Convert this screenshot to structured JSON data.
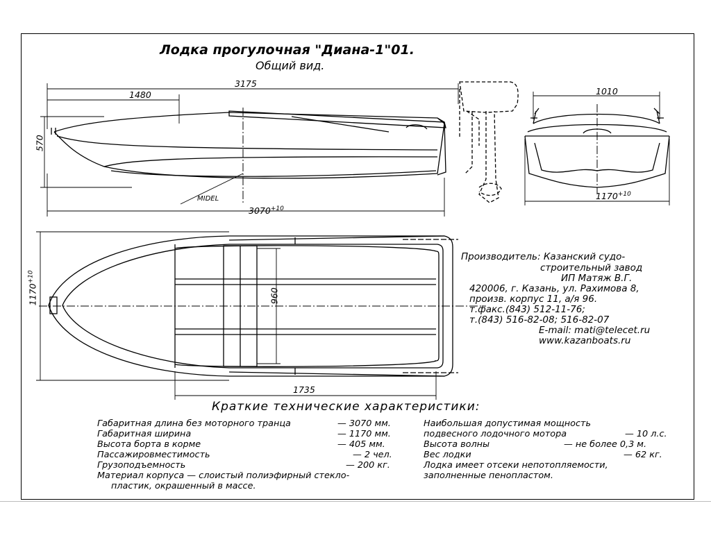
{
  "title": "Лодка прогулочная \"Диана-1\"01.",
  "subtitle": "Общий вид.",
  "dimensions": {
    "overall_length": "3175",
    "bow_section": "1480",
    "side_height": "570",
    "hull_length": "3070",
    "hull_length_tol": "+10",
    "midel": "MIDEL",
    "width_top": "1010",
    "width_bottom": "1170",
    "width_bottom_tol": "+10",
    "plan_width": "1170",
    "plan_width_tol": "+10",
    "seat_width": "960",
    "plan_length": "1735"
  },
  "manufacturer": {
    "line1": "Производитель: Казанский судо-",
    "line2": "строительный завод",
    "line3": "ИП Матяж В.Г.",
    "line4": "420006, г. Казань, ул. Рахимова 8,",
    "line5": "произв. корпус 11, а/я 96.",
    "line6": "т.факс.(843) 512-11-76;",
    "line7": "т.(843) 516-82-08; 516-82-07",
    "line8": "E-mail: mati@telecet.ru",
    "line9": "www.kazanboats.ru"
  },
  "specs": {
    "title": "Краткие технические характеристики:",
    "left": [
      {
        "label": "Габаритная длина без моторного транца",
        "value": "— 3070 мм."
      },
      {
        "label": "Габаритная ширина",
        "value": "— 1170 мм."
      },
      {
        "label": "Высота борта в корме",
        "value": "— 405 мм."
      },
      {
        "label": "Пассажировместимость",
        "value": "— 2 чел."
      },
      {
        "label": "Грузоподъемность",
        "value": "— 200 кг."
      }
    ],
    "material1": "Материал корпуса — слоистый полиэфирный стекло-",
    "material2": "пластик, окрашенный в массе.",
    "right1": "Наибольшая допустимая мощность",
    "right2_label": "подвесного лодочного мотора",
    "right2_value": "— 10 л.с.",
    "right3_label": "Высота волны",
    "right3_value": "— не более 0,3 м.",
    "right4_label": "Вес лодки",
    "right4_value": "— 62 кг.",
    "right5": "Лодка имеет отсеки непотопляемости,",
    "right6": "заполненные пенопластом."
  }
}
